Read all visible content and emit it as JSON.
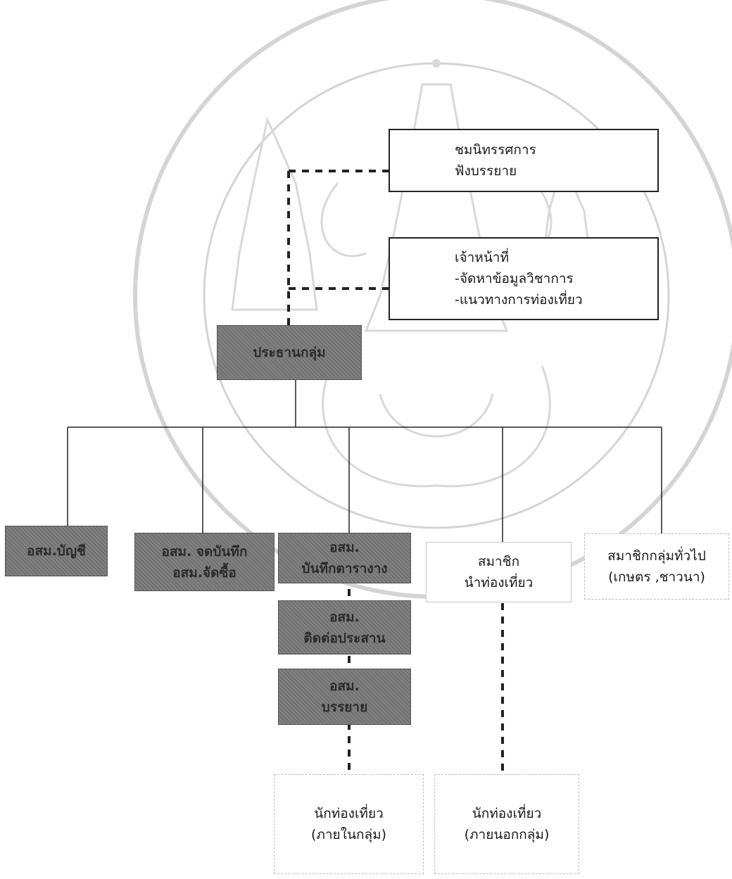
{
  "diagram": {
    "top_box": {
      "lines": [
        "ชมนิทรรศการ",
        "ฟังบรรยาย"
      ]
    },
    "officer_box": {
      "lines": [
        "เจ้าหน้าที่",
        "-จัดหาข้อมูลวิชาการ",
        "-แนวทางการท่องเที่ยว"
      ]
    },
    "chairman_box": {
      "lines": [
        "ประธานกลุ่ม"
      ]
    },
    "members": [
      {
        "lines": [
          "อสม.บัญชี"
        ]
      },
      {
        "lines": [
          "อสม. จดบันทึก",
          "อสม.จัดซื้อ"
        ]
      },
      {
        "lines": [
          "อสม.",
          "บันทึกตารางาง"
        ]
      },
      {
        "lines": [
          "สมาชิก",
          "นำท่องเที่ยว"
        ]
      },
      {
        "lines": [
          "สมาชิกกลุ่มทั่วไป",
          "(เกษตร ,ชาวนา)"
        ]
      }
    ],
    "sub_members": [
      {
        "lines": [
          "อสม.",
          "ติดต่อประสาน"
        ]
      },
      {
        "lines": [
          "อสม.",
          "บรรยาย"
        ]
      }
    ],
    "tourists": [
      {
        "lines": [
          "นักท่องเที่ยว",
          "(ภายในกลุ่ม)"
        ]
      },
      {
        "lines": [
          "นักท่องเที่ยว",
          "(ภายนอกกลุ่ม)"
        ]
      }
    ],
    "colors": {
      "dark_fill": "#7a7a7a",
      "line": "#222222",
      "watermark": "#d4d4d4"
    }
  }
}
